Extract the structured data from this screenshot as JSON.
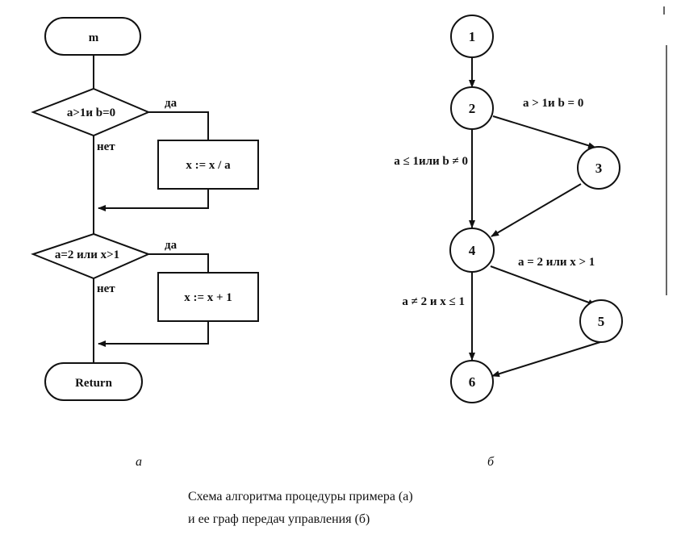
{
  "flowchart": {
    "start": "m",
    "cond1": "a>1и b=0",
    "yes1": "да",
    "no1": "нет",
    "proc1": "x := x / a",
    "cond2": "a=2 или x>1",
    "yes2": "да",
    "no2": "нет",
    "proc2": "x := x + 1",
    "end": "Return"
  },
  "graph": {
    "nodes": [
      "1",
      "2",
      "3",
      "4",
      "5",
      "6"
    ],
    "edge_2_3": "a > 1и b = 0",
    "edge_2_4": "a ≤ 1или b ≠ 0",
    "edge_4_5": "a = 2 или x > 1",
    "edge_4_6": "a ≠ 2 и x ≤ 1"
  },
  "sublabels": {
    "a": "a",
    "b": "б"
  },
  "caption": {
    "line1": "Схема алгоритма процедуры примера (а)",
    "line2": "и ее граф передач управления (б)"
  }
}
